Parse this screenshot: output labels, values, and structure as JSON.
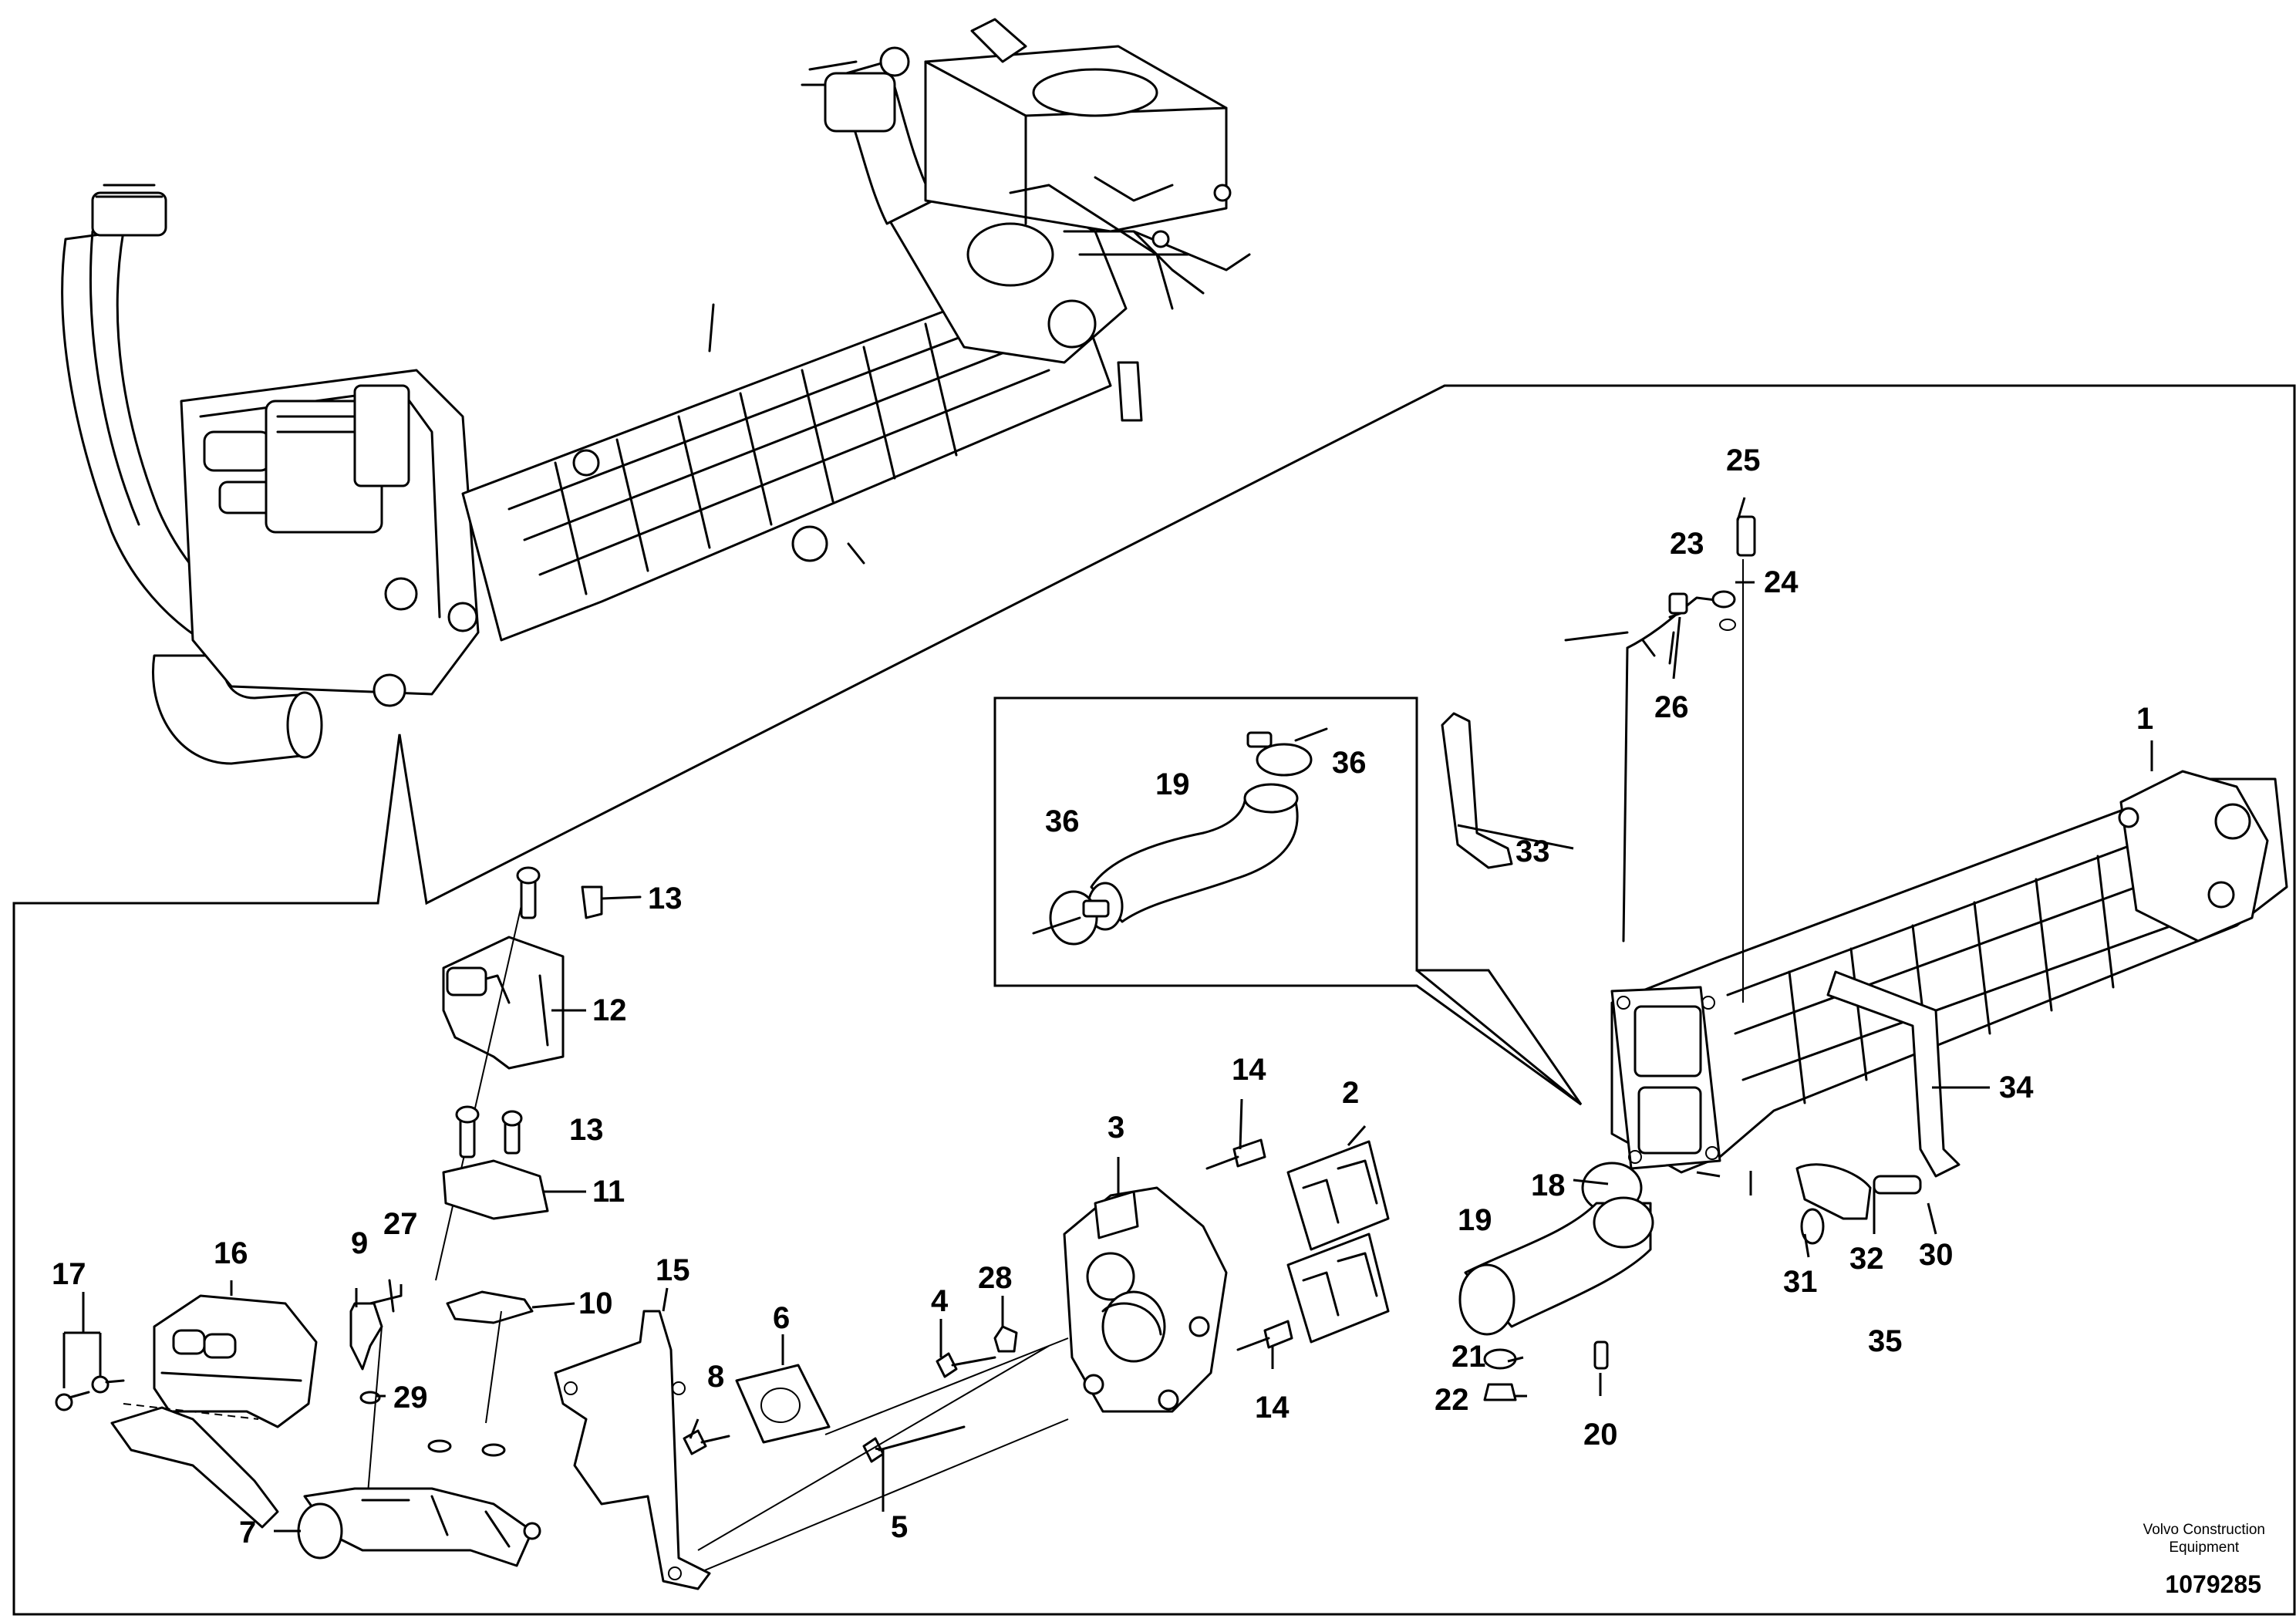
{
  "parts": {
    "p1": "1",
    "p2": "2",
    "p3": "3",
    "p4": "4",
    "p5": "5",
    "p6": "6",
    "p7": "7",
    "p8": "8",
    "p9": "9",
    "p10": "10",
    "p11": "11",
    "p12": "12",
    "p13a": "13",
    "p13b": "13",
    "p14a": "14",
    "p14b": "14",
    "p15": "15",
    "p16": "16",
    "p17": "17",
    "p18": "18",
    "p19a": "19",
    "p19b": "19",
    "p20": "20",
    "p21": "21",
    "p22": "22",
    "p23": "23",
    "p24": "24",
    "p25": "25",
    "p26": "26",
    "p27": "27",
    "p28": "28",
    "p29": "29",
    "p30": "30",
    "p31": "31",
    "p32": "32",
    "p33": "33",
    "p34": "34",
    "p35": "35",
    "p36a": "36",
    "p36b": "36"
  },
  "footer": {
    "brand_line1": "Volvo Construction",
    "brand_line2": "Equipment",
    "doc_number": "1079285"
  }
}
